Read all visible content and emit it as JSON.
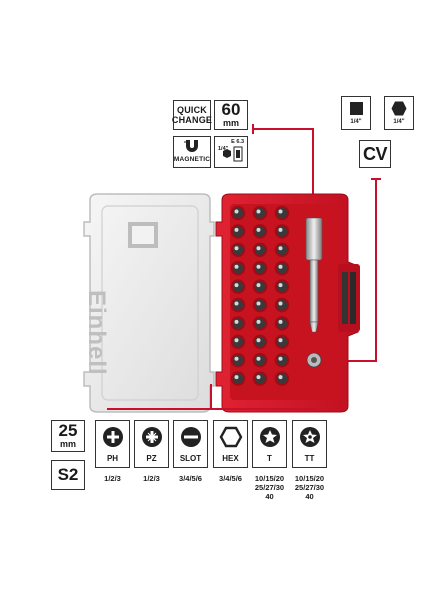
{
  "quick_change": {
    "line1": "QUICK",
    "line2": "CHANGE"
  },
  "length": {
    "value": "60",
    "unit": "mm"
  },
  "magnetic": {
    "label": "MAGNETIC"
  },
  "holder": {
    "spec": "E 6.3",
    "size": "1/4\""
  },
  "square_drive": {
    "size": "1/4\""
  },
  "hex_drive": {
    "size": "1/4\""
  },
  "material_top": {
    "label": "CV"
  },
  "bit_length": {
    "value": "25",
    "unit": "mm"
  },
  "material_bottom": {
    "label": "S2"
  },
  "case_brand": "Einhell",
  "bits": [
    {
      "type": "PH",
      "sizes": [
        "1/2/3"
      ]
    },
    {
      "type": "PZ",
      "sizes": [
        "1/2/3"
      ]
    },
    {
      "type": "SLOT",
      "sizes": [
        "3/4/5/6"
      ]
    },
    {
      "type": "HEX",
      "sizes": [
        "3/4/5/6"
      ]
    },
    {
      "type": "T",
      "sizes": [
        "10/15/20",
        "25/27/30",
        "40"
      ]
    },
    {
      "type": "TT",
      "sizes": [
        "10/15/20",
        "25/27/30",
        "40"
      ]
    }
  ],
  "colors": {
    "accent": "#c8102e",
    "case_red": "#d11a2a",
    "lid": "#e9e9e9"
  }
}
